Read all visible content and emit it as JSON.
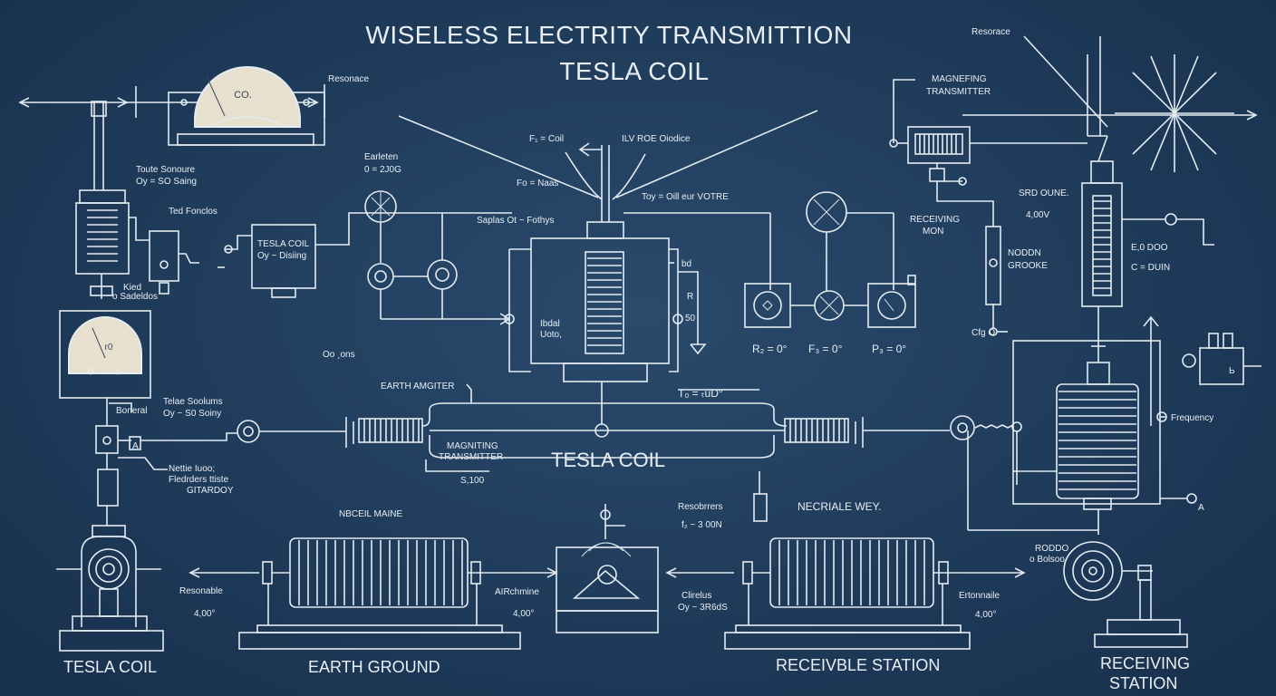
{
  "title": {
    "line1": "WISELESS ELECTRITY TRANSMITTION",
    "line2": "TESLA COIL"
  },
  "top_left": {
    "resonance": "Resonace",
    "gauge_value": "CO.",
    "tower_label_1": "Toute Sonoure",
    "tower_label_2": "Oy = SO Saing",
    "cap_label": "Ted Fonclos",
    "base_label_1": "Kied",
    "base_label_2": "o Sadeldos"
  },
  "center_left": {
    "earth_label_1": "Earleten",
    "earth_label_2": "0 = 2J0G",
    "coil_box_1": "TESLA COIL",
    "coil_box_2": "Oy ~ Disiing",
    "ohm_label": "Oo ¸ons"
  },
  "center_top": {
    "fc": "F₁ = Coil",
    "fo": "Fo = Naas",
    "ilv": "ILV ROE Oiodice",
    "toy": "Toy = Oill eur VOTRE",
    "saplas": "Saplas Ot ~ Fothys",
    "inner_1": "Ibdal",
    "inner_2": "Uoto,",
    "bd": "bd",
    "r5": "R",
    "r50": "50"
  },
  "meters": {
    "ra": "R₂ = 0°",
    "fb": "F₃ = 0°",
    "pb": "P₃ = 0°"
  },
  "left_mid": {
    "gauge_value": "r0",
    "pin_label": "Boneral",
    "tesla_1": "Telae Soolums",
    "tesla_2": "Oy ~ S0 Soiny",
    "marker": "A"
  },
  "mid_row": {
    "earth_amp": "EARTH AMGITER",
    "to_label": "T₀ = ₜuD°",
    "magnet_1": "MAGNITING",
    "magnet_2": "TRANSMITTER",
    "magnet_3": "S,100",
    "tesla_center": "TESLA COIL",
    "nettle_1": "Nettie Iuoo;",
    "nettle_2": "Fledrders ttiste",
    "nettle_3": "GITARDOY",
    "recoil_1": "Resobrrers",
    "recoil_2": "f₂ ~ 3 00N",
    "nbcell": "NBCEIL MAINE",
    "negrale": "NECRIALE WEY."
  },
  "right": {
    "resonance": "Resorace",
    "mag_1": "MAGNEFING",
    "mag_2": "TRANSMITTER",
    "receiving_1": "RECEIVING",
    "receiving_2": "MON",
    "sro_1": "SRD OUNE.",
    "sro_2": "4,00V",
    "noddn_1": "NODDN",
    "noddn_2": "GROOKE",
    "c00": "E,0 DOO",
    "c_duin": "C = DUIN",
    "ogo": "Cfg O",
    "frequency": "Frequency",
    "d1": "Ь",
    "d2": "A",
    "small_1": "RODDO",
    "small_2": "o Bolsoo"
  },
  "bottom": {
    "resonable": "Resonable",
    "resonable_val": "4,00°",
    "airchmine": "AIRchmine",
    "airchmine_val": "4,00°",
    "clirelus_1": "Clirelus",
    "clirelus_2": "Oy ~ 3R6dS",
    "ertonnaile": "Ertonnaile",
    "ertonnaile_val": "4,00°",
    "label_tesla": "TESLA COIL",
    "label_earth": "EARTH GROUND",
    "label_receivble": "RECEIVBLE STATION",
    "label_receiving_1": "RECEIVING",
    "label_receiving_2": "STATION"
  }
}
